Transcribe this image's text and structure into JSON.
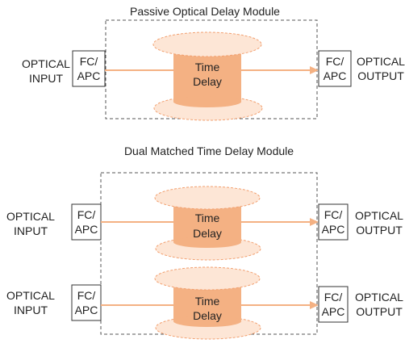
{
  "module1": {
    "title": "Passive Optical Delay Module",
    "input_label": [
      "OPTICAL",
      "INPUT"
    ],
    "output_label": [
      "OPTICAL",
      "OUTPUT"
    ],
    "connector_in": [
      "FC/",
      "APC"
    ],
    "connector_out": [
      "FC/",
      "APC"
    ],
    "spool_label": [
      "Time",
      "Delay"
    ]
  },
  "module2": {
    "title": "Dual Matched Time Delay Module",
    "channels": [
      {
        "input_label": [
          "OPTICAL",
          "INPUT"
        ],
        "output_label": [
          "OPTICAL",
          "OUTPUT"
        ],
        "connector_in": [
          "FC/",
          "APC"
        ],
        "connector_out": [
          "FC/",
          "APC"
        ],
        "spool_label": [
          "Time",
          "Delay"
        ]
      },
      {
        "input_label": [
          "OPTICAL",
          "INPUT"
        ],
        "output_label": [
          "OPTICAL",
          "OUTPUT"
        ],
        "connector_in": [
          "FC/",
          "APC"
        ],
        "connector_out": [
          "FC/",
          "APC"
        ],
        "spool_label": [
          "Time",
          "Delay"
        ]
      }
    ]
  },
  "colors": {
    "spool_fill": "#f4b183",
    "spool_flange": "#fde6d6",
    "fiber": "#f4b183"
  }
}
